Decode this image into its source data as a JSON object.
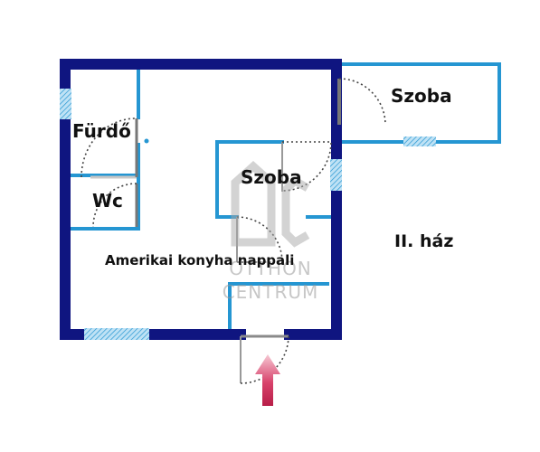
{
  "labels": {
    "bathroom": "Fürdő",
    "wc": "Wc",
    "room_1": "Szoba",
    "room_2": "Szoba",
    "kitchen_living": "Amerikai konyha nappali",
    "house": "II. ház"
  },
  "watermark": {
    "mark": "OC",
    "line_1": "OTTHON",
    "line_2": "CENTRUM"
  },
  "colors": {
    "outer_wall": "#0f1580",
    "inner_wall": "#2596d2",
    "window": "#2596d2",
    "door_swing": "#444444",
    "entrance_arrow": "#c8284f"
  },
  "icons": {
    "entrance": "entrance-arrow-icon"
  }
}
